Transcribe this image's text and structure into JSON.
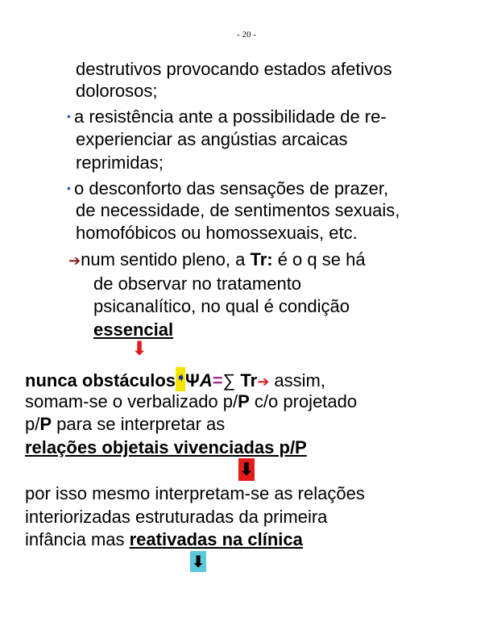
{
  "page_number": "- 20 -",
  "lines": {
    "l1": "destrutivos provocando estados afetivos",
    "l2": "dolorosos;",
    "l3": "a resistência ante a possibilidade de re-",
    "l4": "experienciar as angústias arcaicas",
    "l5": "reprimidas;",
    "l6": "o desconforto das sensações de prazer,",
    "l7": "de necessidade, de sentimentos sexuais,",
    "l8": "homofóbicos ou homossexuais, etc.",
    "l9a": "num sentido pleno, a ",
    "l9b": "Tr:",
    "l9c": " é o q se há",
    "l10": "de observar no tratamento",
    "l11": "psicanalítico, no qual é condição",
    "l12": "essencial",
    "l13a": "nunca obstáculos",
    "l13psi": "Ψ",
    "l13A": "A",
    "l13eq": "=",
    "l13sum": "∑ ",
    "l13tr": "Tr",
    "l13c": " assim,",
    "l14": "somam-se o verbalizado p/",
    "l14p": "P",
    "l14c": " c/o projetado",
    "l15a": "p/",
    "l15p": "P",
    "l15c": " para se interpretar as",
    "l16": "relações objetais vivenciadas p/P",
    "l17": "por isso mesmo interpretam-se as relações",
    "l18": "interiorizadas estruturadas da primeira",
    "l19a": "infância mas ",
    "l19b": "reativadas na clínica"
  },
  "icons": {
    "bullet": "•",
    "right_arrow": "➔",
    "down_arrow": "⬇",
    "small_right_arrow": "➧"
  },
  "colors": {
    "bullet": "#1f5fbf",
    "dark_arrow": "#8b1a1a",
    "red_arrow": "#e31b1b",
    "highlight_yellow": "#f5e600",
    "box_red": "#e31b1b",
    "box_cyan": "#5bc8dc",
    "equals_purple": "#9b2d8e"
  }
}
